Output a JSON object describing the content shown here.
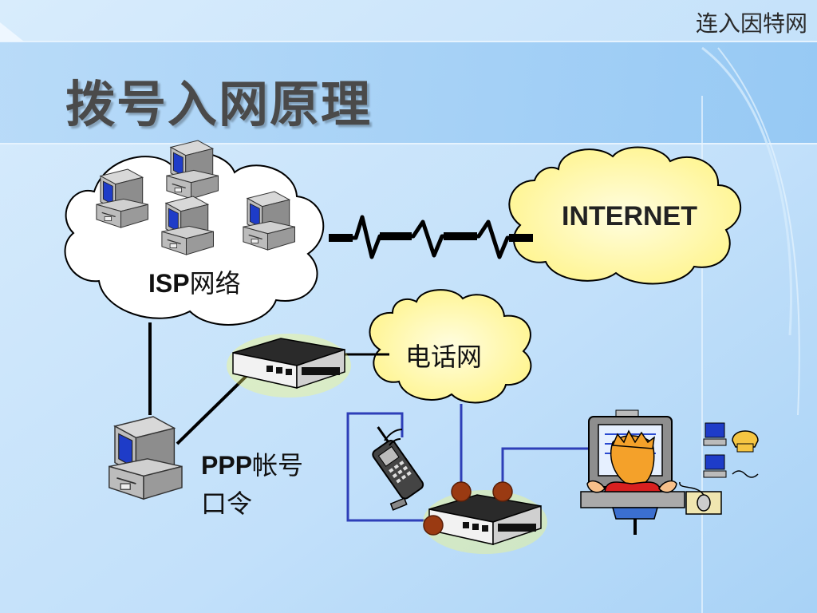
{
  "slide": {
    "corner_title": "连入因特网",
    "title": "拨号入网原理"
  },
  "nodes": {
    "isp_prefix": "ISP",
    "isp_suffix": "网络",
    "internet": "INTERNET",
    "telephone_network": "电话网",
    "ppp_line1_prefix": "PPP",
    "ppp_line1_suffix": "帐号",
    "ppp_line2": "口令"
  },
  "colors": {
    "background_light": "#cfe6fb",
    "background_band": "#a9d2f7",
    "cloud_white": "#ffffff",
    "cloud_yellow": "#fffbb0",
    "link_blue": "#2e3fb8",
    "link_black": "#000000",
    "port_dot": "#9a3a12"
  },
  "icons": [
    "computer-icon",
    "modem-icon",
    "mobile-phone-icon",
    "user-at-computer-icon",
    "phone-terminal-icon"
  ]
}
